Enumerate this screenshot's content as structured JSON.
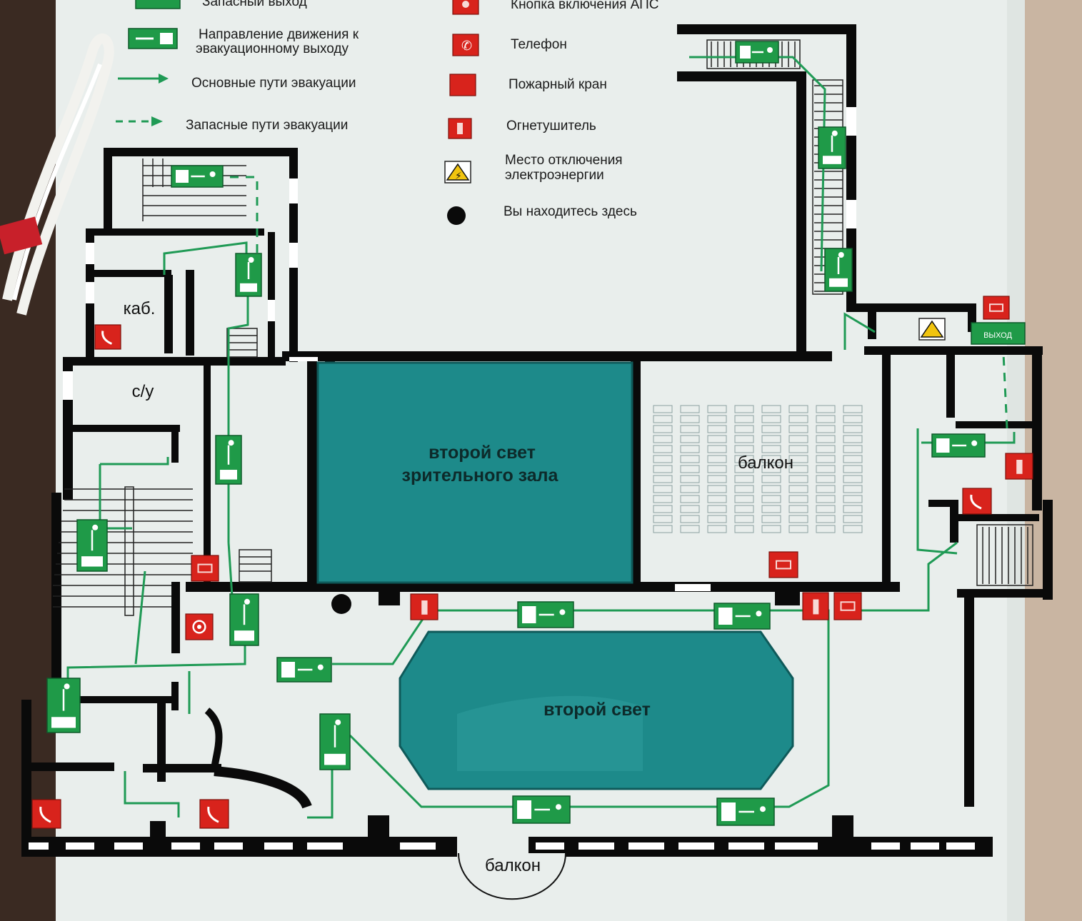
{
  "legend": {
    "items": [
      {
        "label": "Запасный выход",
        "icon": "emergency-exit-sign-icon"
      },
      {
        "label": "Кнопка включения АПС",
        "icon": "fire-alarm-button-icon"
      },
      {
        "label": "Направление движения к эвакуационному выходу",
        "icon": "exit-direction-sign-icon"
      },
      {
        "label": "Телефон",
        "icon": "phone-icon"
      },
      {
        "label": "Основные пути эвакуации",
        "icon": "solid-arrow-icon"
      },
      {
        "label": "Пожарный кран",
        "icon": "fire-hydrant-icon"
      },
      {
        "label": "Запасные пути эвакуации",
        "icon": "dashed-arrow-icon"
      },
      {
        "label": "Огнетушитель",
        "icon": "fire-extinguisher-icon"
      },
      {
        "label": "Место отключения электроэнергии",
        "icon": "electric-hazard-icon"
      },
      {
        "label": "Вы находитесь здесь",
        "icon": "you-are-here-dot-icon"
      }
    ],
    "label_lines": {
      "exit_direction": [
        "Направление движения к",
        "эвакуационному выходу"
      ],
      "power_off": [
        "Место отключения",
        "электроэнергии"
      ]
    }
  },
  "rooms": {
    "office": "каб.",
    "wc": "с/у",
    "auditorium_second_light": [
      "второй свет",
      "зрительного зала"
    ],
    "balcony_inner": "балкон",
    "second_light": "второй свет",
    "balcony_outer": "балкон"
  },
  "signs": {
    "exit_text": "ВЫХОД"
  },
  "colors": {
    "board": "#e9eeec",
    "wall": "#0a0a0a",
    "evacuation_route": "#1f9a55",
    "sign_green": "#1f9a48",
    "sign_red": "#d8231c",
    "hall_teal": "#1d8a8a",
    "frame": "#c9b5a2"
  }
}
